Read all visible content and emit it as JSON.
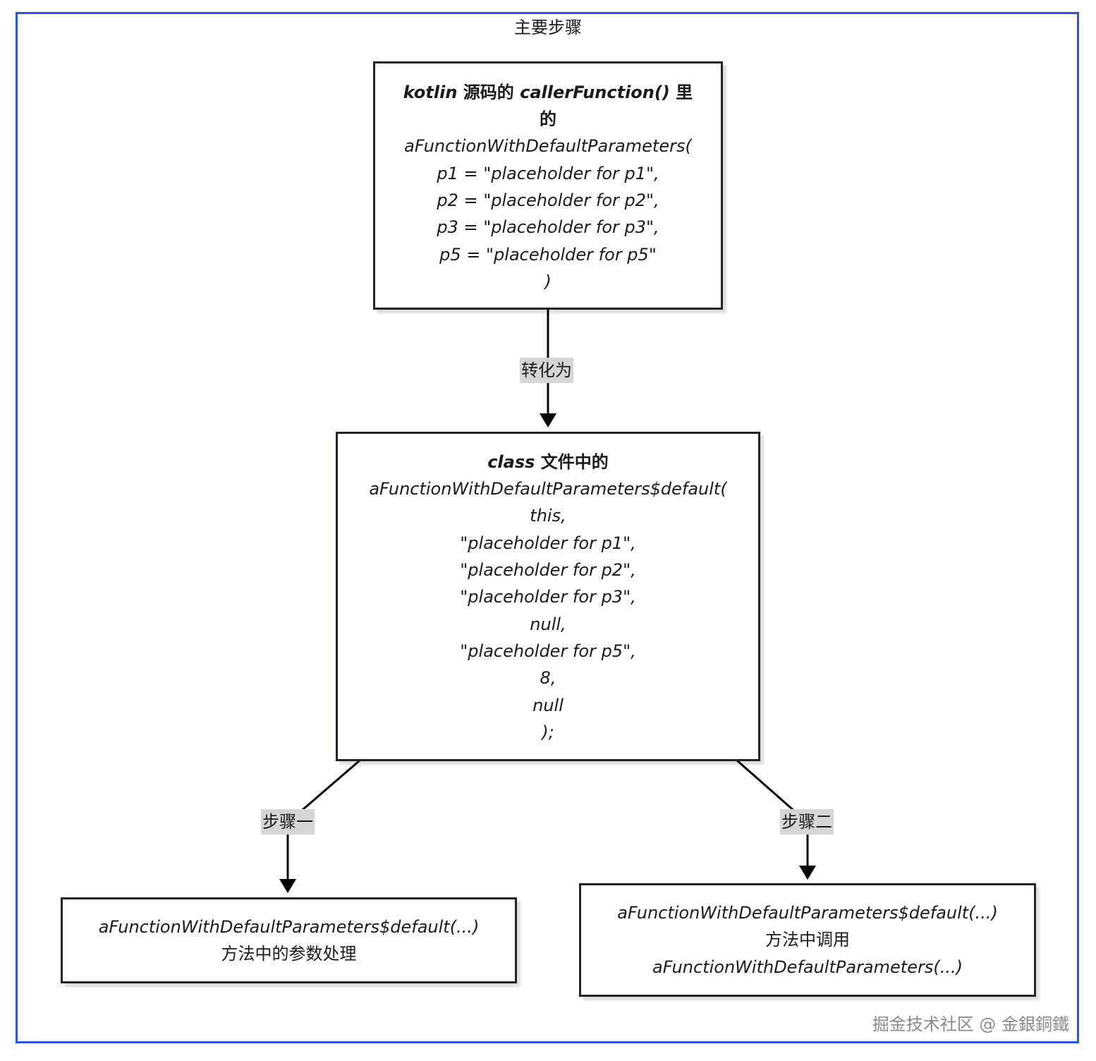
{
  "colors": {
    "frame_border": "#2a56e0",
    "node_border": "#23232b",
    "edge_label_bg": "#d6d6d6",
    "watermark": "#8a8a8a"
  },
  "cluster": {
    "title": "主要步骤"
  },
  "nodes": {
    "source": {
      "title_kw": "kotlin",
      "title_mid": " 源码的 ",
      "title_fn": "callerFunction()",
      "title_end": " 里",
      "title_line2": "的",
      "code_lines": [
        "aFunctionWithDefaultParameters(",
        "p1 = \"placeholder for p1\",",
        "p2 = \"placeholder for p2\",",
        "p3 = \"placeholder for p3\",",
        "p5 = \"placeholder for p5\"",
        ")"
      ]
    },
    "compiled": {
      "title_kw": "class",
      "title_end": " 文件中的",
      "code_lines": [
        "aFunctionWithDefaultParameters$default(",
        "this,",
        "\"placeholder for p1\",",
        "\"placeholder for p2\",",
        "\"placeholder for p3\",",
        "null,",
        "\"placeholder for p5\",",
        "8,",
        "null",
        ");"
      ]
    },
    "step_one": {
      "code": "aFunctionWithDefaultParameters$default(...)",
      "text": "方法中的参数处理"
    },
    "step_two": {
      "code": "aFunctionWithDefaultParameters$default(...)",
      "text": "方法中调用",
      "code2": "aFunctionWithDefaultParameters(...)"
    }
  },
  "edges": {
    "convert": "转化为",
    "step_one": "步骤一",
    "step_two": "步骤二"
  },
  "watermark": "掘金技术社区 @ 金銀銅鐵"
}
